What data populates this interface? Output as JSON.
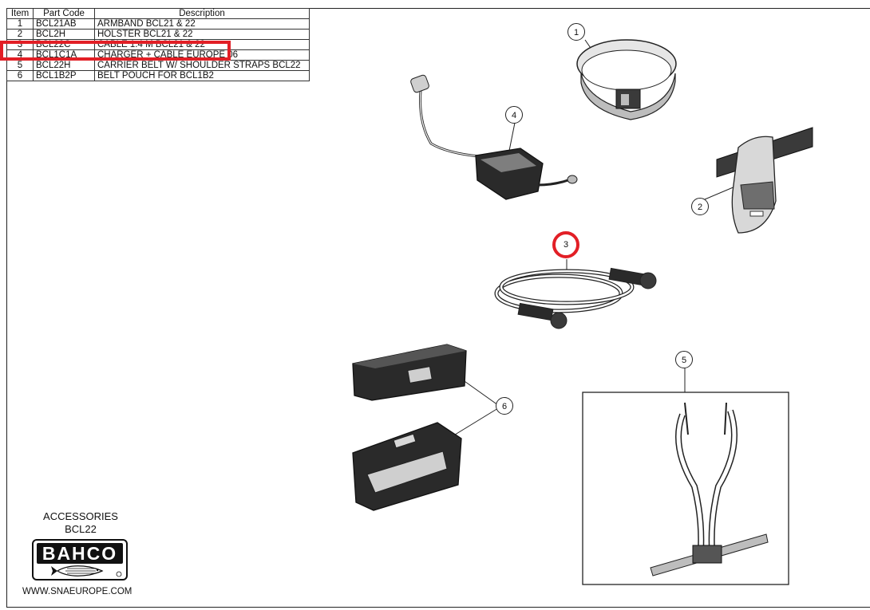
{
  "table": {
    "headers": [
      "Item",
      "Part Code",
      "Description"
    ],
    "rows": [
      {
        "item": "1",
        "code": "BCL21AB",
        "desc": "ARMBAND BCL21 & 22"
      },
      {
        "item": "2",
        "code": "BCL2H",
        "desc": "HOLSTER BCL21 & 22"
      },
      {
        "item": "3",
        "code": "BCL22C",
        "desc": "CABLE 1.4 M BCL21 & 22"
      },
      {
        "item": "4",
        "code": "BCL1C1A",
        "desc": "CHARGER + CABLE EUROPE 06"
      },
      {
        "item": "5",
        "code": "BCL22H",
        "desc": "CARRIER BELT W/ SHOULDER STRAPS BCL22"
      },
      {
        "item": "6",
        "code": "BCL1B2P",
        "desc": "BELT POUCH FOR BCL1B2"
      }
    ],
    "highlighted_item": "3"
  },
  "callouts": [
    "1",
    "2",
    "3",
    "4",
    "5",
    "6"
  ],
  "footer": {
    "title_line1": "ACCESSORIES",
    "title_line2": "BCL22",
    "brand": "BAHCO",
    "url": "WWW.SNAEUROPE.COM"
  },
  "colors": {
    "highlight": "#e21f26",
    "line": "#222222",
    "dark_fill": "#2a2a2a",
    "mid_fill": "#8a8a8a",
    "light_fill": "#d0d0d0"
  }
}
